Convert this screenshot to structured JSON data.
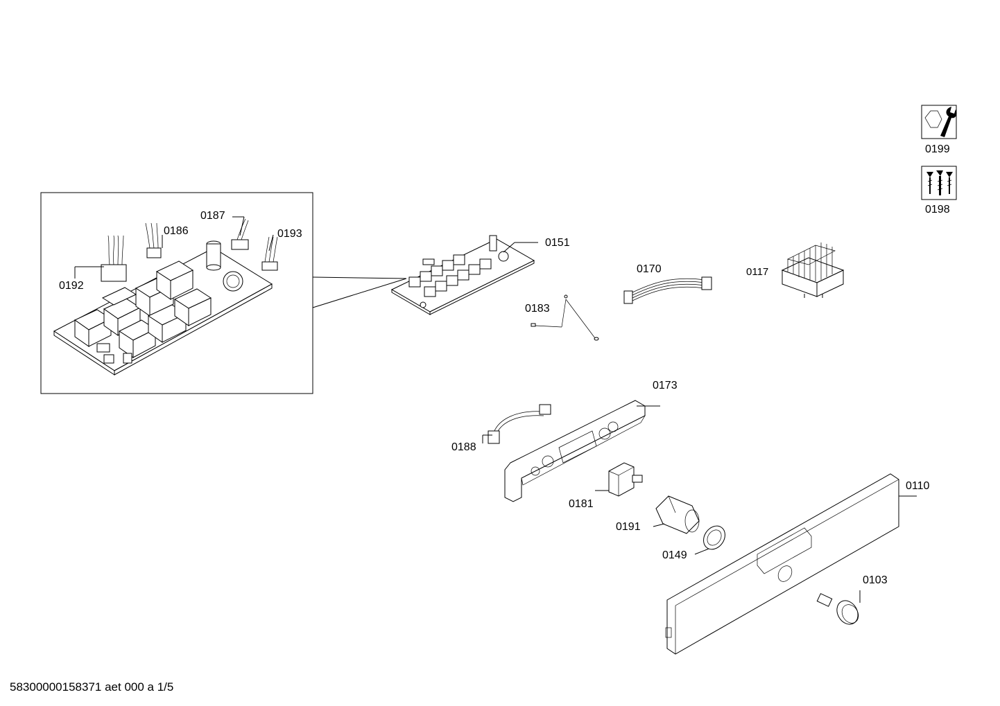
{
  "document": {
    "footer_text": "58300000158371 aet 000 a 1/5"
  },
  "labels": {
    "p0199": "0199",
    "p0198": "0198",
    "p0187": "0187",
    "p0186": "0186",
    "p0193": "0193",
    "p0192": "0192",
    "p0151": "0151",
    "p0170": "0170",
    "p0117": "0117",
    "p0183": "0183",
    "p0173": "0173",
    "p0188": "0188",
    "p0181": "0181",
    "p0110": "0110",
    "p0191": "0191",
    "p0149": "0149",
    "p0103": "0103"
  },
  "icons": {
    "service_tool": "wrench-nut-icon",
    "screws": "screws-icon"
  }
}
